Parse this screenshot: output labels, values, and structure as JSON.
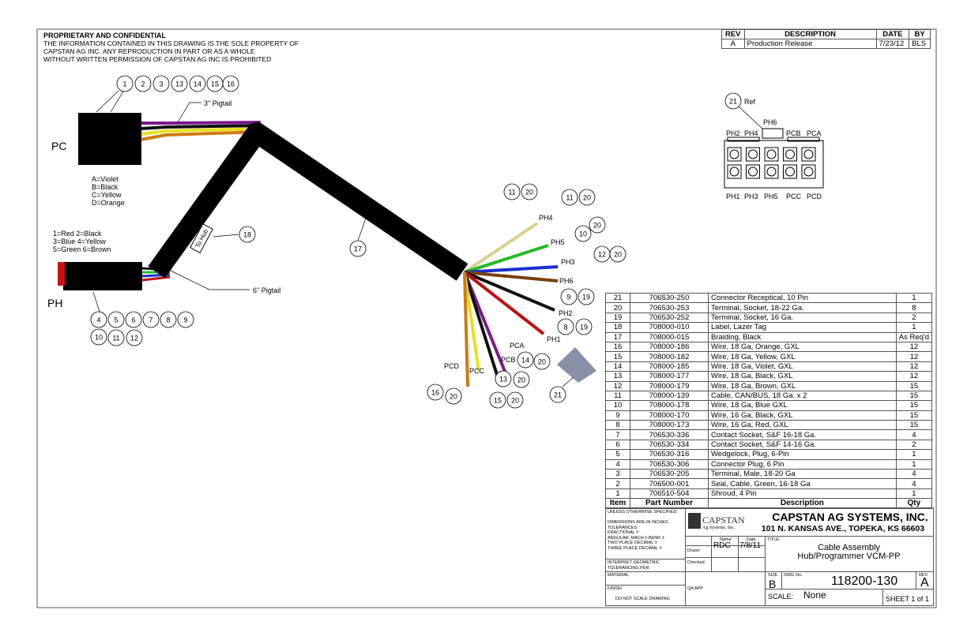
{
  "proprietary": {
    "title": "PROPRIETARY AND CONFIDENTIAL",
    "lines": [
      "THE INFORMATION CONTAINED IN THIS DRAWING IS THE SOLE PROPERTY OF",
      "CAPSTAN AG INC. ANY REPRODUCTION IN PART OR AS A WHOLE",
      "WITHOUT WRITTEN PERMISSION OF CAPSTAN AG INC IS PROHIBITED"
    ]
  },
  "revision": {
    "headers": [
      "REV",
      "DESCRIPTION",
      "DATE",
      "BY"
    ],
    "rows": [
      [
        "A",
        "Production Release",
        "7/23/12",
        "BLS"
      ]
    ]
  },
  "drawing": {
    "pc_label": "PC",
    "ph_label": "PH",
    "pc_pigtail": "3\" Pigtail",
    "ph_pigtail": "6\" Pigtail",
    "tag_text": "To Hub",
    "pc_legend": [
      "A=Violet",
      "B=Black",
      "C=Yellow",
      "D=Orange"
    ],
    "ph_legend": [
      "1=Red     2=Black",
      "3=Blue     4=Yellow",
      "5=Green   6=Brown"
    ],
    "wire_labels": [
      "PH4",
      "PH5",
      "PH3",
      "PH6",
      "PH2",
      "PH1",
      "PCA",
      "PCB",
      "PCC",
      "PCD"
    ],
    "wire_colors": [
      "#d8d08a",
      "#22bb22",
      "#1a2fd0",
      "#7a4010",
      "#111111",
      "#c01010",
      "#7a1a8a",
      "#111111",
      "#e8e020",
      "#d07a10"
    ],
    "connector_ref": "Ref",
    "connector_top": [
      "PH2",
      "PH4",
      "PH6",
      "PCB",
      "PCA"
    ],
    "connector_bottom": [
      "PH1",
      "PH3",
      "PH5",
      "PCC",
      "PCD"
    ],
    "balloons": [
      "1",
      "2",
      "3",
      "13",
      "14",
      "15",
      "16",
      "4",
      "5",
      "6",
      "7",
      "8",
      "9",
      "10",
      "11",
      "12",
      "18",
      "17",
      "11",
      "20",
      "11",
      "20",
      "10",
      "20",
      "12",
      "20",
      "9",
      "19",
      "8",
      "19",
      "14",
      "20",
      "13",
      "20",
      "15",
      "20",
      "16",
      "20",
      "21",
      "21"
    ]
  },
  "bom": {
    "headers": [
      "Item",
      "Part Number",
      "Description",
      "Qty"
    ],
    "rows": [
      [
        "21",
        "706530-250",
        "Connector Receptical, 10 Pin",
        "1"
      ],
      [
        "20",
        "706530-253",
        "Terminal, Socket, 18-22 Ga.",
        "8"
      ],
      [
        "19",
        "706530-252",
        "Terminal, Socket, 16 Ga.",
        "2"
      ],
      [
        "18",
        "708000-010",
        "Label, Lazer Tag",
        "1"
      ],
      [
        "17",
        "708000-015",
        "Braiding, Black",
        "As Req'd"
      ],
      [
        "16",
        "708000-186",
        "Wire, 18 Ga, Orange, GXL",
        "12"
      ],
      [
        "15",
        "708000-182",
        "Wire, 18 Ga, Yellow, GXL",
        "12"
      ],
      [
        "14",
        "708000-185",
        "Wire, 18 Ga, Violet, GXL",
        "12"
      ],
      [
        "13",
        "708000-177",
        "Wire, 18 Ga, Black, GXL",
        "12"
      ],
      [
        "12",
        "708000-179",
        "Wire, 18 Ga, Brown, GXL",
        "15"
      ],
      [
        "11",
        "708000-139",
        "Cable, CAN/BUS, 18 Ga. x 2",
        "15"
      ],
      [
        "10",
        "708000-178",
        "Wire, 18 Ga, Blue GXL",
        "15"
      ],
      [
        "9",
        "708000-170",
        "Wire, 16 Ga, Black, GXL",
        "15"
      ],
      [
        "8",
        "708000-173",
        "Wire, 16 Ga, Red, GXL",
        "15"
      ],
      [
        "7",
        "706530-336",
        "Contact Socket, S&F 16-18 Ga.",
        "4"
      ],
      [
        "6",
        "706530-334",
        "Contact Socket, S&F 14-16 Ga.",
        "2"
      ],
      [
        "5",
        "706530-316",
        "Wedgelock, Plug, 6-Pin",
        "1"
      ],
      [
        "4",
        "706530-306",
        "Connector Plug, 6 Pin",
        "1"
      ],
      [
        "3",
        "706530-205",
        "Terminal, Male, 18-20 Ga",
        "4"
      ],
      [
        "2",
        "706500-001",
        "Seal, Cable, Green, 16-18 Ga",
        "4"
      ],
      [
        "1",
        "706510-504",
        "Shroud, 4 Pin",
        "1"
      ]
    ]
  },
  "title_block": {
    "tolerances": [
      "UNLESS OTHERWISE SPECIFIED:",
      "DIMENSIONS ARE IN INCHES",
      "TOLERANCES:",
      "FRACTIONAL ±",
      "ANGULAR: MACH ±   BEND ±",
      "TWO PLACE DECIMAL   ±",
      "THREE PLACE DECIMAL  ±"
    ],
    "interpret": "INTERPRET GEOMETRIC TOLERANCING PER:",
    "material": "MATERIAL",
    "finish": "FINISH",
    "no_scale": "DO NOT SCALE DRAWING",
    "logo_text": "CAPSTAN",
    "logo_sub": "Ag Systems, Inc.",
    "company": "CAPSTAN AG SYSTEMS, INC.",
    "address": "101 N. KANSAS AVE., TOPEKA, KS 66603",
    "name_hdr": "Name",
    "date_hdr": "Date",
    "drawn_lbl": "Drawn",
    "checked_lbl": "Checked",
    "qa_lbl": "QA APP",
    "drawn_by": "RDC",
    "drawn_date": "7/8/11",
    "title_lbl": "TITLE:",
    "title1": "Cable Assembly",
    "title2": "Hub/Programmer VCM-PP",
    "size_lbl": "SIZE",
    "size": "B",
    "dwg_lbl": "DWG No:",
    "dwg_no": "118200-130",
    "rev_lbl": "REV",
    "rev": "A",
    "scale_lbl": "SCALE:",
    "scale": "None",
    "sheet": "SHEET 1 of 1"
  }
}
